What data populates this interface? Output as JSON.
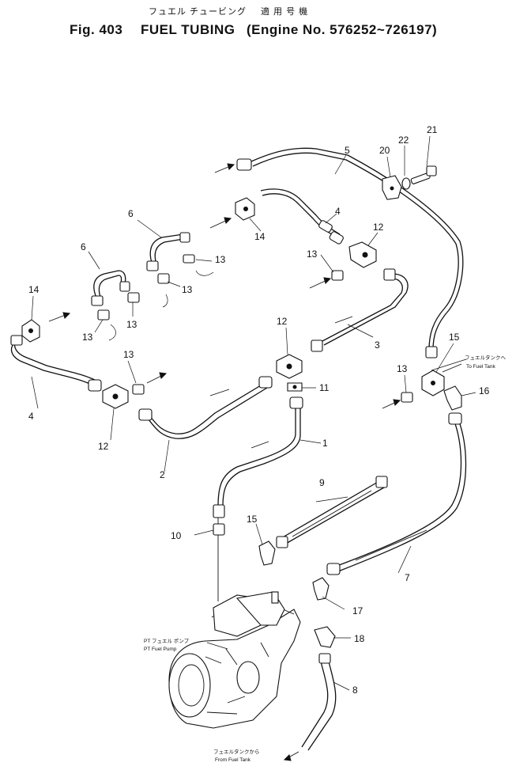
{
  "header": {
    "jp_title": "フュエル チュービング",
    "fig_label": "Fig. 403",
    "title": "FUEL TUBING",
    "jp_engine": "適 用 号 機",
    "engine_no": "(Engine No. 576252~726197)"
  },
  "callouts": {
    "c1": "1",
    "c2": "2",
    "c3": "3",
    "c4a": "4",
    "c4b": "4",
    "c5": "5",
    "c6a": "6",
    "c6b": "6",
    "c7": "7",
    "c8": "8",
    "c9": "9",
    "c10": "10",
    "c11": "11",
    "c12a": "12",
    "c12b": "12",
    "c12c": "12",
    "c13a": "13",
    "c13b": "13",
    "c13c": "13",
    "c13d": "13",
    "c13e": "13",
    "c13f": "13",
    "c13g": "13",
    "c14a": "14",
    "c14b": "14",
    "c15a": "15",
    "c15b": "15",
    "c16": "16",
    "c17": "17",
    "c18": "18",
    "c20": "20",
    "c21": "21",
    "c22": "22"
  },
  "notes": {
    "to_tank_jp": "フュエルタンクへ",
    "to_tank_en": "To Fuel Tank",
    "pump_jp": "PT フュエル ポンプ",
    "pump_en": "PT Fuel Pump",
    "from_tank_jp": "フュエルタンクから",
    "from_tank_en": "From Fuel Tank"
  }
}
